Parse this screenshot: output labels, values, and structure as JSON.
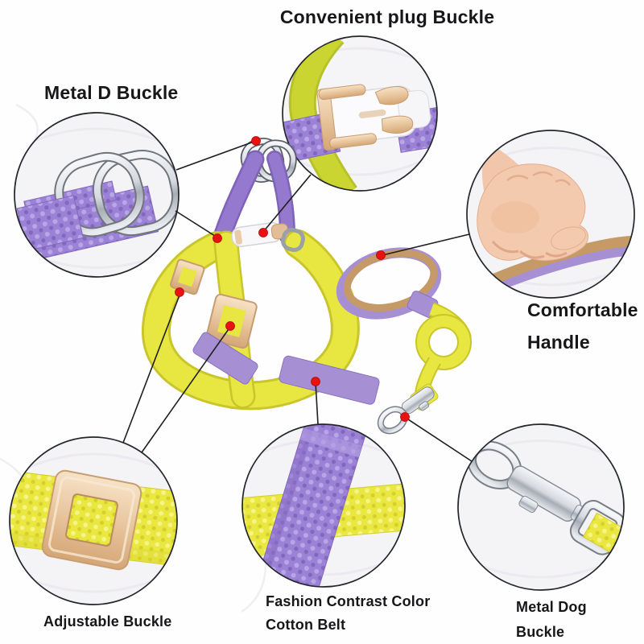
{
  "figure": {
    "type": "product-feature-diagram",
    "subject": "two-tone dog harness and leash set"
  },
  "callouts": {
    "plug_buckle": {
      "label": "Convenient plug Buckle",
      "position": "top-center"
    },
    "metal_d_buckle": {
      "label": "Metal D Buckle",
      "position": "top-left"
    },
    "comfortable_handle": {
      "line1": "Comfortable",
      "line2": "Handle",
      "position": "right"
    },
    "adjustable_buckle": {
      "label": "Adjustable Buckle",
      "position": "bottom-left"
    },
    "contrast_belt": {
      "line1": "Fashion Contrast Color",
      "line2": "Cotton Belt",
      "position": "bottom-center"
    },
    "metal_dog_buckle": {
      "line1": "Metal Dog",
      "line2": "Buckle",
      "position": "bottom-right"
    }
  },
  "colors": {
    "webbing_yellow": "#e8e640",
    "webbing_purple": "#9b82d6",
    "rose_gold_hardware": "#e5c09a",
    "silver_metal": "#c9ccd3",
    "handle_leather_tan": "#c59a67",
    "marker_red": "#e81212",
    "leader_line": "#1f1f22",
    "label_text": "#17171a",
    "background": "#ffffff"
  },
  "marker_count": "8",
  "callout_circle_count": "6"
}
